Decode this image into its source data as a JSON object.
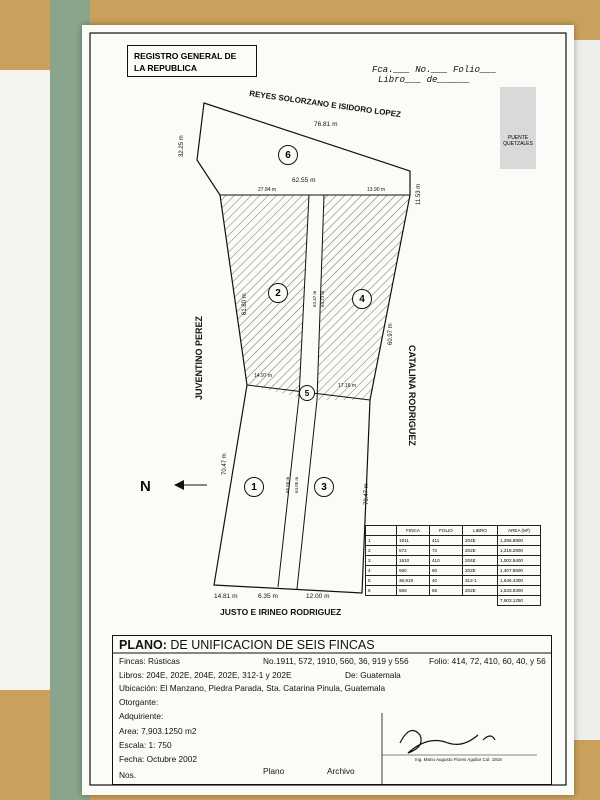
{
  "registry": {
    "line1": "REGISTRO GENERAL DE",
    "line2": "LA REPUBLICA"
  },
  "folio_header": {
    "line1": "Fca.___ No.___ Folio___",
    "line2": "Libro___ de______"
  },
  "neighbors": {
    "north": "REYES SOLORZANO   E   ISIDORO LOPEZ",
    "west": "JUVENTINO PEREZ",
    "east": "CATALINA RODRIGUEZ",
    "south": "JUSTO E IRINEO RODRIGUEZ"
  },
  "measurements": [
    "76.81 m",
    "32.25 m",
    "62.55 m",
    "27.84 m",
    "13.90 m",
    "11.53 m",
    "61.80 m",
    "60.97 m",
    "63.47 m",
    "64.73 m",
    "14.97 m",
    "17.16 m",
    "70.47 m",
    "70.47 m",
    "66.56 m",
    "64.05 m",
    "14.81 m",
    "6.35 m",
    "12.00 m"
  ],
  "lots": [
    "6",
    "2",
    "4",
    "5",
    "1",
    "3"
  ],
  "north_label": "N",
  "stamp": {
    "line1": "PUENTE",
    "line2": "QUETZALES"
  },
  "area_table": {
    "headers": [
      "",
      "FINCA",
      "FOLIO",
      "LIBRO",
      "AREA (M²)"
    ],
    "rows": [
      [
        "1",
        "1911",
        "411",
        "204E",
        "1,286.8900"
      ],
      [
        "2",
        "572",
        "72",
        "202E",
        "1,218.2800"
      ],
      [
        "3",
        "1910",
        "410",
        "204E",
        "1,002.9400"
      ],
      [
        "4",
        "560",
        "60",
        "202E",
        "1,407.8500"
      ],
      [
        "5",
        "36,919",
        "40",
        "312-1",
        "1,646.4300"
      ],
      [
        "6",
        "556",
        "56",
        "202E",
        "1,533.9300"
      ]
    ],
    "total": "7,903.1250"
  },
  "title_block": {
    "plano_label": "PLANO:",
    "plano_title": "DE UNIFICACION DE SEIS FINCAS",
    "fincas": "Fincas: Rústicas",
    "numbers": "No.1911, 572, 1910, 560, 36, 919 y 556",
    "folios": "Folio: 414, 72, 410, 60, 40, y 56",
    "libros": "Libros:  204E, 202E, 204E, 202E, 312-1 y 202E",
    "de": "De: Guatemala",
    "ubicacion": "Ubicación: El Manzano, Piedra Parada, Sta. Catarina Pinula, Guatemala",
    "otorgante": "Otorgante:",
    "adquiriente": "Adquiriente:",
    "area": "Area: 7,903.1250 m2",
    "escala": "Escala: 1: 750",
    "fecha": "Fecha: Octubre 2002",
    "nos": "Nos.",
    "plano": "Plano",
    "archivo": "Archivo",
    "signature": "Ing. Mario Augusto Flores Aguilar  Col. 1918"
  }
}
